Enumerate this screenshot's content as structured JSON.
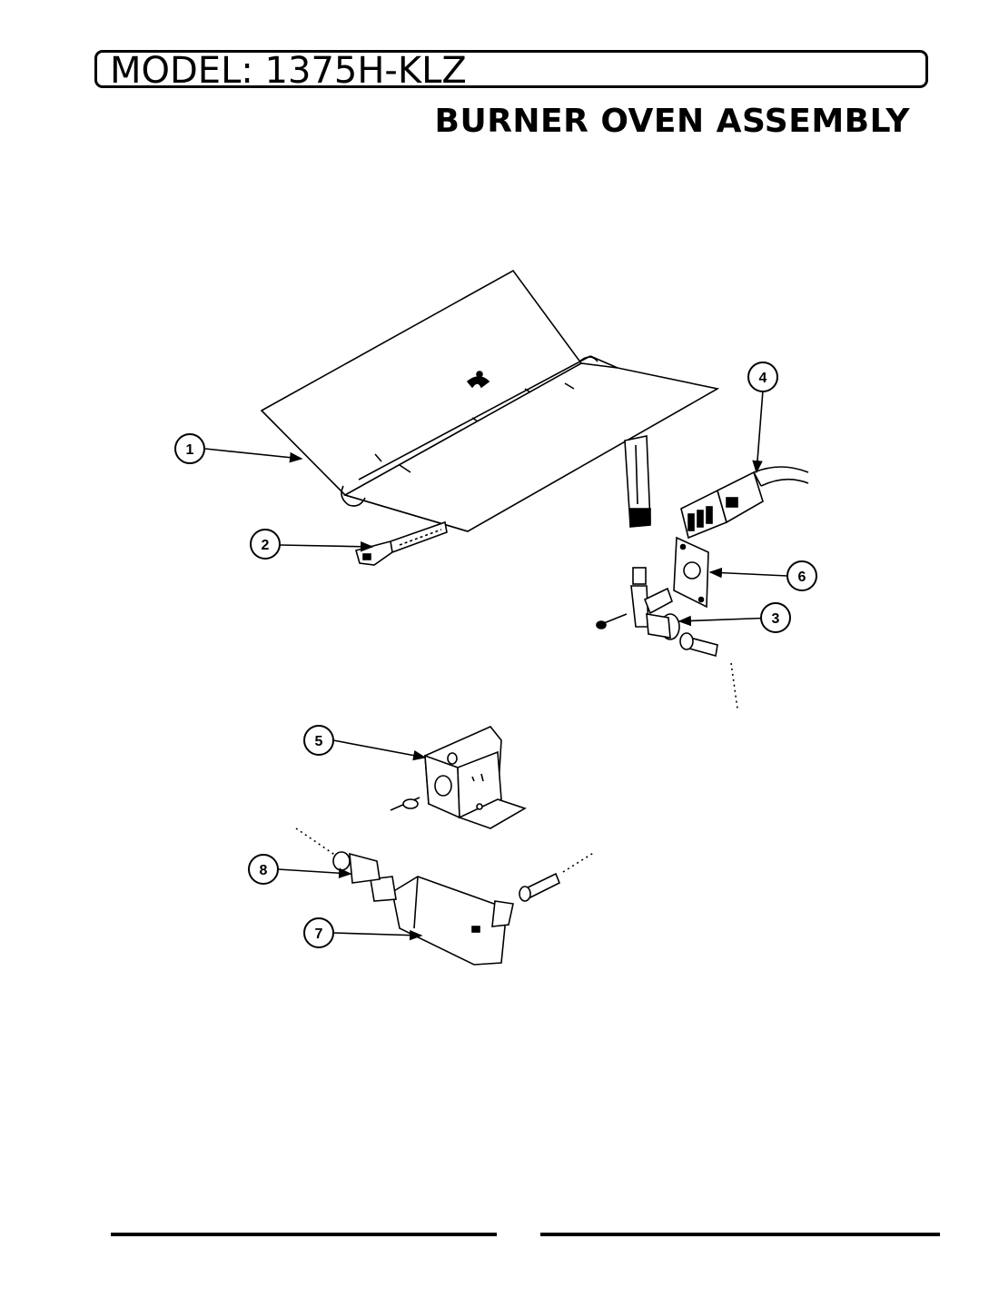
{
  "header": {
    "model_label": "MODEL: 1375H-KLZ",
    "assembly_title": "BURNER OVEN ASSEMBLY"
  },
  "callouts": [
    "1",
    "2",
    "3",
    "4",
    "5",
    "6",
    "7",
    "8"
  ]
}
